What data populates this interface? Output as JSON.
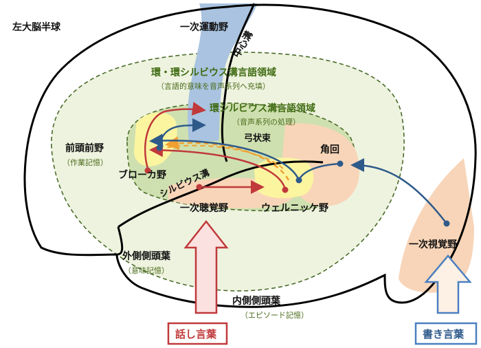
{
  "title": "左大脳半球",
  "areas": {
    "motor": "一次運動野",
    "central_sulcus": "中心溝",
    "peri_sylvian_outer": "環・環シルビウス溝言語領域",
    "peri_sylvian_outer_sub": "（言語的意味を音声系列へ充填）",
    "peri_sylvian_inner": "環シルビウス溝言語領域",
    "peri_sylvian_inner_sub": "（音声系列の処理）",
    "arcuate": "弓状束",
    "angular": "角回",
    "prefrontal": "前頭前野",
    "prefrontal_sub": "（作業記憶）",
    "broca": "ブローカ野",
    "sylvian": "シルビウス溝",
    "auditory": "一次聴覚野",
    "wernicke": "ウェルニッケ野",
    "lateral_temporal": "外側側頭葉",
    "lateral_temporal_sub": "（意味記憶）",
    "medial_temporal": "内側側頭葉",
    "medial_temporal_sub": "（エピソード記憶）",
    "visual": "一次視覚野"
  },
  "inputs": {
    "spoken": "話し言葉",
    "written": "書き言葉"
  },
  "colors": {
    "red": "#c0393b",
    "blue": "#2e5a8a",
    "orange": "#f0a030",
    "motor_blue": "#a9c3e0",
    "inner_green": "#cfe0b0",
    "outer_green": "#eef3df",
    "peach": "#f8d5b8",
    "yellow": "#fbf5a0"
  }
}
